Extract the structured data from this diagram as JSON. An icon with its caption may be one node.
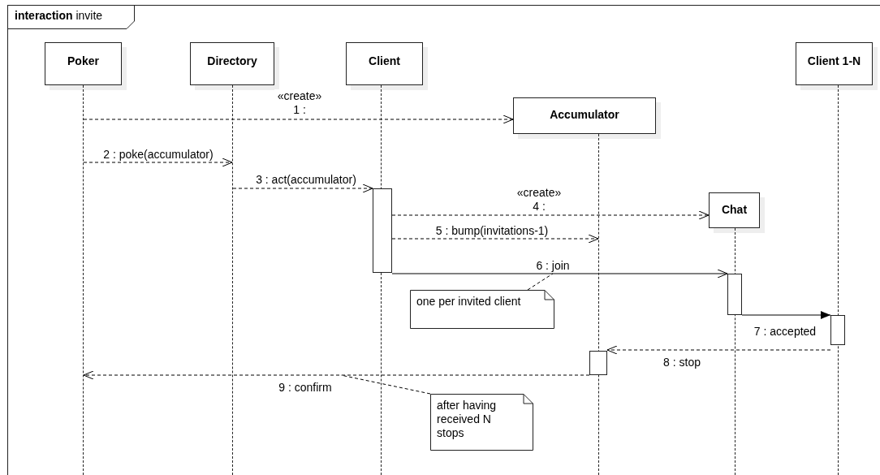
{
  "diagram": {
    "nodes": [
      {
        "text": [
          "**interaction** invite"
        ]
      },
      {
        "text": [
          "Poker"
        ],
        "in": 0
      },
      {
        "text": [
          "Directory"
        ],
        "in": 0
      },
      {
        "text": [
          "Client"
        ],
        "in": 0
      },
      {
        "text": [
          "Client 1-N"
        ],
        "in": 0
      },
      {
        "text": [
          "Accumulator"
        ],
        "in": 0
      },
      {
        "text": [
          "Chat"
        ],
        "in": 0
      },
      {
        "text": [],
        "shape": "line",
        "in": 0
      },
      {
        "text": [],
        "shape": "line",
        "in": 0
      },
      {
        "text": [],
        "shape": "line",
        "in": 0
      },
      {
        "text": [],
        "shape": "line",
        "in": 0
      },
      {
        "text": [],
        "shape": "line",
        "in": 0
      },
      {
        "text": [],
        "shape": "line",
        "in": 0
      },
      {
        "text": [],
        "shape": "bar",
        "in": 0
      },
      {
        "text": [],
        "shape": "bar",
        "in": 0
      },
      {
        "text": [],
        "shape": "bar",
        "in": 0
      },
      {
        "text": [],
        "shape": "bar",
        "in": 0
      },
      {
        "text": [
          "one per invited client"
        ],
        "in": 0
      },
      {
        "text": [
          "after having received N stops"
        ],
        "in": 0
      }
    ],
    "edges": [
      {
        "from": 7,
        "to": 5,
        "arrow": "to",
        "label": "«create» 1 :",
        "style": "dashed"
      },
      {
        "from": 7,
        "to": 8,
        "arrow": "to",
        "label": "2 : poke(accumulator)",
        "style": "dashed"
      },
      {
        "from": 8,
        "to": 13,
        "arrow": "to",
        "label": "3 : act(accumulator)",
        "style": "dashed"
      },
      {
        "from": 13,
        "to": 6,
        "arrow": "to",
        "label": "«create» 4 :",
        "style": "dashed"
      },
      {
        "from": 13,
        "to": 10,
        "arrow": "to",
        "label": "5 : bump(invitations-1)",
        "style": "dashed"
      },
      {
        "from": 13,
        "to": 15,
        "arrow": "to",
        "label": "6 : join"
      },
      {
        "from": 15,
        "to": 16,
        "arrow": "to",
        "label": "7 : accepted"
      },
      {
        "from": 16,
        "to": 14,
        "arrow": "to",
        "label": "8 : stop",
        "style": "dashed"
      },
      {
        "from": 14,
        "to": 7,
        "arrow": "to",
        "label": "9 : confirm",
        "style": "dashed"
      },
      {
        "from": 17,
        "to": null,
        "arrow": "none",
        "style": "dashed"
      },
      {
        "from": 18,
        "to": null,
        "arrow": "none",
        "style": "dashed"
      }
    ]
  }
}
